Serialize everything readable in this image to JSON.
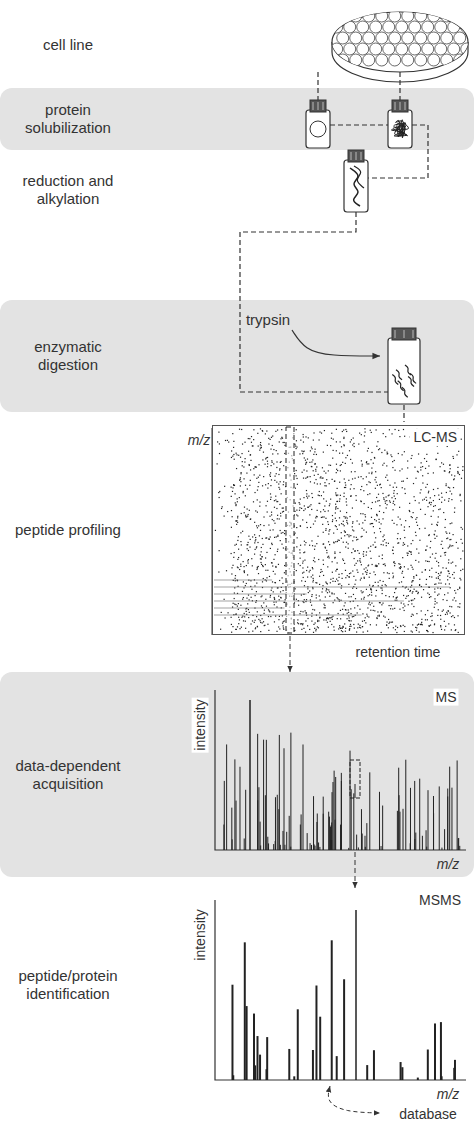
{
  "diagram": {
    "nodes": [
      {
        "text": [
          "protein solubilization"
        ]
      },
      {
        "text": [
          "enzymatic digestion"
        ]
      },
      {
        "text": [
          "LC-MS"
        ]
      },
      {
        "text": [
          "data-dependent acquisition"
        ]
      }
    ],
    "labels": [
      "cell line",
      "reduction and alkylation",
      "trypsin",
      "m/z",
      "retention time",
      "peptide profiling",
      "intensity",
      "MS",
      "m/z",
      "intensity",
      "MSMS",
      "m/z",
      "peptide/protein identification",
      "database"
    ]
  }
}
